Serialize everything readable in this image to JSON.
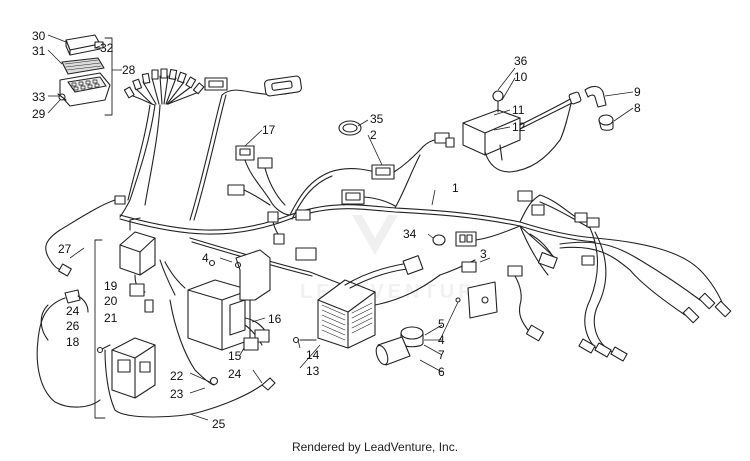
{
  "labels": {
    "l1": "1",
    "l2": "2",
    "l3": "3",
    "l4a": "4",
    "l4b": "4",
    "l5": "5",
    "l6": "6",
    "l7": "7",
    "l8": "8",
    "l9": "9",
    "l10": "10",
    "l11": "11",
    "l12": "12",
    "l13": "13",
    "l14": "14",
    "l15": "15",
    "l16": "16",
    "l17": "17",
    "l18": "18",
    "l19": "19",
    "l20": "20",
    "l21": "21",
    "l22": "22",
    "l23": "23",
    "l24a": "24",
    "l24b": "24",
    "l25": "25",
    "l26": "26",
    "l27": "27",
    "l28": "28",
    "l29": "29",
    "l30": "30",
    "l31": "31",
    "l32": "32",
    "l33": "33",
    "l34": "34",
    "l35": "35",
    "l36": "36"
  },
  "watermark": "LEADVENTURE",
  "footer": "Rendered by LeadVenture, Inc."
}
